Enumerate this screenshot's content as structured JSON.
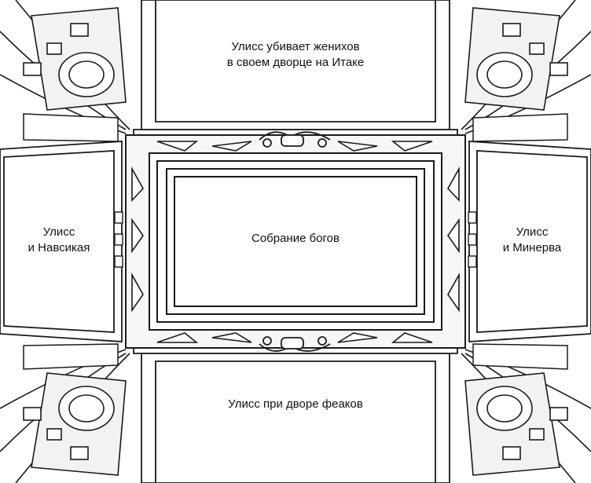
{
  "colors": {
    "ink": "#1a1a1a",
    "paper": "#ffffff",
    "shade": "#e6e6e6"
  },
  "panels": {
    "top": {
      "lines": [
        "Улисс убивает женихов",
        "в своем дворце на Итаке"
      ]
    },
    "center": {
      "lines": [
        "Собрание богов"
      ]
    },
    "left": {
      "lines": [
        "Улисс",
        "и Навсикая"
      ]
    },
    "right": {
      "lines": [
        "Улисс",
        "и Минерва"
      ]
    },
    "bottom": {
      "lines": [
        "Улисс при дворе феаков"
      ]
    }
  }
}
